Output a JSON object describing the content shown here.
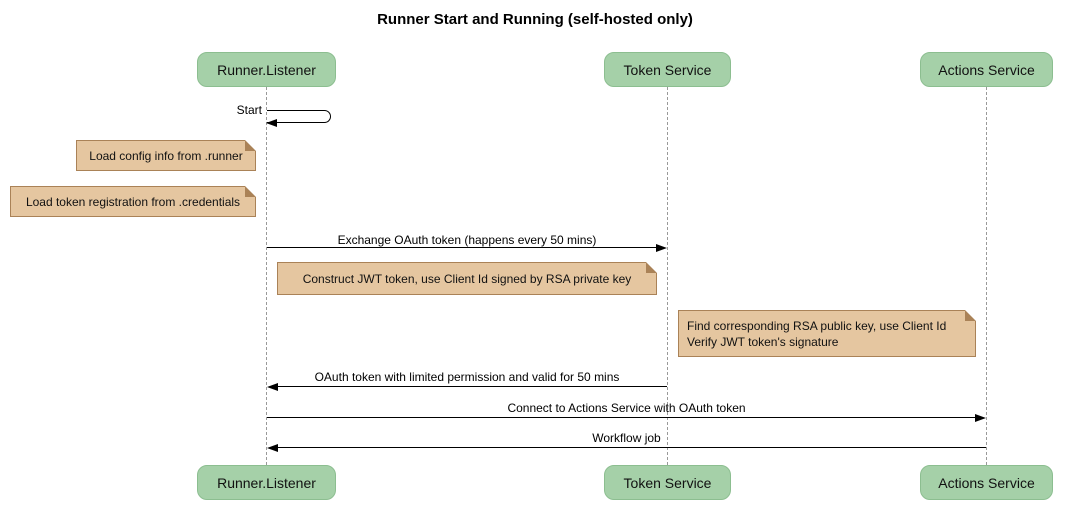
{
  "title": "Runner Start and Running (self-hosted only)",
  "participants": [
    {
      "name": "Runner.Listener"
    },
    {
      "name": "Token Service"
    },
    {
      "name": "Actions Service"
    }
  ],
  "messages": {
    "start": {
      "label": "Start",
      "from": "Runner.Listener",
      "to": "Runner.Listener",
      "type": "self"
    },
    "exchange": {
      "label": "Exchange OAuth token (happens every 50 mins)",
      "from": "Runner.Listener",
      "to": "Token Service"
    },
    "oauth_return": {
      "label": "OAuth token with limited permission and valid for 50 mins",
      "from": "Token Service",
      "to": "Runner.Listener"
    },
    "connect": {
      "label": "Connect to Actions Service with OAuth token",
      "from": "Runner.Listener",
      "to": "Actions Service"
    },
    "workflow": {
      "label": "Workflow job",
      "from": "Actions Service",
      "to": "Runner.Listener"
    }
  },
  "notes": [
    {
      "text": "Load config info from .runner"
    },
    {
      "text": "Load token registration from .credentials"
    },
    {
      "text": "Construct JWT token, use Client Id signed by RSA private key"
    },
    {
      "line1": "Find corresponding RSA public key, use Client Id",
      "line2": "Verify JWT token's signature"
    }
  ],
  "colors": {
    "participant_fill": "#a5d0a8",
    "participant_border": "#8cbe90",
    "note_fill": "#e5c6a0",
    "note_border": "#aa8257",
    "lifeline": "#999999",
    "arrow": "#000000"
  }
}
